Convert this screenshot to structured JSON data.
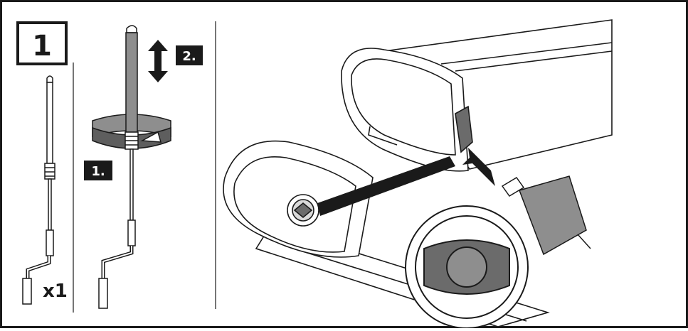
{
  "step": {
    "number": "1"
  },
  "tool": {
    "quantity": "x1"
  },
  "instructions": {
    "step_one": "1.",
    "step_two": "2."
  },
  "colors": {
    "stroke": "#1a1a1a",
    "grey_dark": "#6b6b6b",
    "grey_mid": "#8e8e8e",
    "grey_light": "#d9d9d9",
    "badge_bg": "#1a1a1a",
    "badge_text": "#ffffff"
  }
}
